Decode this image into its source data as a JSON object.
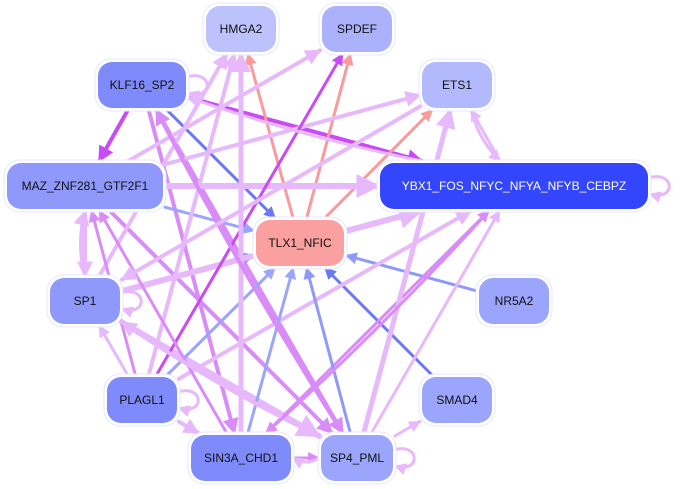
{
  "graph": {
    "type": "network",
    "nodes": [
      {
        "id": "HMGA2",
        "label": "HMGA2",
        "fill": "#bcc2fc",
        "text": "#111111"
      },
      {
        "id": "SPDEF",
        "label": "SPDEF",
        "fill": "#abb2fb",
        "text": "#111111"
      },
      {
        "id": "KLF16_SP2",
        "label": "KLF16_SP2",
        "fill": "#7f8bfa",
        "text": "#111111"
      },
      {
        "id": "ETS1",
        "label": "ETS1",
        "fill": "#b2b9fc",
        "text": "#111111"
      },
      {
        "id": "MAZ_ZNF281_GTF2F1",
        "label": "MAZ_ZNF281_GTF2F1",
        "fill": "#8e99fb",
        "text": "#111111"
      },
      {
        "id": "YBX1",
        "label": "YBX1_FOS_NFYC_NFYA_NFYB_CEBPZ",
        "fill": "#3446fb",
        "text": "#ffffff"
      },
      {
        "id": "TLX1_NFIC",
        "label": "TLX1_NFIC",
        "fill": "#fba0a0",
        "text": "#111111"
      },
      {
        "id": "SP1",
        "label": "SP1",
        "fill": "#8e99fb",
        "text": "#111111"
      },
      {
        "id": "NR5A2",
        "label": "NR5A2",
        "fill": "#9ba5fb",
        "text": "#111111"
      },
      {
        "id": "PLAGL1",
        "label": "PLAGL1",
        "fill": "#7f8bfa",
        "text": "#111111"
      },
      {
        "id": "SMAD4",
        "label": "SMAD4",
        "fill": "#9ba5fb",
        "text": "#111111"
      },
      {
        "id": "SIN3A_CHD1",
        "label": "SIN3A_CHD1",
        "fill": "#7f8bfa",
        "text": "#111111"
      },
      {
        "id": "SP4_PML",
        "label": "SP4_PML",
        "fill": "#9ba5fb",
        "text": "#111111"
      }
    ],
    "edges": [
      {
        "from": "KLF16_SP2",
        "to": "MAZ_ZNF281_GTF2F1",
        "color": "#c94af7",
        "weight": 4
      },
      {
        "from": "KLF16_SP2",
        "to": "YBX1",
        "color": "#c94af7",
        "weight": 4
      },
      {
        "from": "KLF16_SP2",
        "to": "TLX1_NFIC",
        "color": "#6b78f5",
        "weight": 3
      },
      {
        "from": "KLF16_SP2",
        "to": "KLF16_SP2",
        "color": "#e7b8fb",
        "weight": 3
      },
      {
        "from": "KLF16_SP2",
        "to": "SIN3A_CHD1",
        "color": "#d98cf8",
        "weight": 4
      },
      {
        "from": "KLF16_SP2",
        "to": "SP4_PML",
        "color": "#d98cf8",
        "weight": 4
      },
      {
        "from": "TLX1_NFIC",
        "to": "HMGA2",
        "color": "#fb9a9a",
        "weight": 3
      },
      {
        "from": "TLX1_NFIC",
        "to": "SPDEF",
        "color": "#fb9a9a",
        "weight": 3
      },
      {
        "from": "TLX1_NFIC",
        "to": "ETS1",
        "color": "#fb9a9a",
        "weight": 3
      },
      {
        "from": "TLX1_NFIC",
        "to": "YBX1",
        "color": "#fb9a9a",
        "weight": 3
      },
      {
        "from": "MAZ_ZNF281_GTF2F1",
        "to": "TLX1_NFIC",
        "color": "#9ba5fb",
        "weight": 3
      },
      {
        "from": "MAZ_ZNF281_GTF2F1",
        "to": "YBX1",
        "color": "#e7b8fb",
        "weight": 6
      },
      {
        "from": "MAZ_ZNF281_GTF2F1",
        "to": "SPDEF",
        "color": "#e7b8fb",
        "weight": 4
      },
      {
        "from": "MAZ_ZNF281_GTF2F1",
        "to": "ETS1",
        "color": "#e7b8fb",
        "weight": 4
      },
      {
        "from": "MAZ_ZNF281_GTF2F1",
        "to": "SP1",
        "color": "#e7b8fb",
        "weight": 4
      },
      {
        "from": "MAZ_ZNF281_GTF2F1",
        "to": "SP4_PML",
        "color": "#d98cf8",
        "weight": 4
      },
      {
        "from": "SP1",
        "to": "TLX1_NFIC",
        "color": "#8e99fb",
        "weight": 3
      },
      {
        "from": "SP1",
        "to": "YBX1",
        "color": "#e7b8fb",
        "weight": 6
      },
      {
        "from": "SP1",
        "to": "MAZ_ZNF281_GTF2F1",
        "color": "#e7b8fb",
        "weight": 4
      },
      {
        "from": "SP1",
        "to": "SP1",
        "color": "#e7b8fb",
        "weight": 3
      },
      {
        "from": "SP1",
        "to": "HMGA2",
        "color": "#e7b8fb",
        "weight": 4
      },
      {
        "from": "SP1",
        "to": "SP4_PML",
        "color": "#e7b8fb",
        "weight": 6
      },
      {
        "from": "NR5A2",
        "to": "TLX1_NFIC",
        "color": "#8e99fb",
        "weight": 3
      },
      {
        "from": "SMAD4",
        "to": "TLX1_NFIC",
        "color": "#6b78f5",
        "weight": 3
      },
      {
        "from": "PLAGL1",
        "to": "TLX1_NFIC",
        "color": "#9ba5fb",
        "weight": 3
      },
      {
        "from": "PLAGL1",
        "to": "SPDEF",
        "color": "#c94af7",
        "weight": 3
      },
      {
        "from": "PLAGL1",
        "to": "SP1",
        "color": "#e7b8fb",
        "weight": 3
      },
      {
        "from": "PLAGL1",
        "to": "PLAGL1",
        "color": "#e7b8fb",
        "weight": 3
      },
      {
        "from": "PLAGL1",
        "to": "YBX1",
        "color": "#e7b8fb",
        "weight": 4
      },
      {
        "from": "PLAGL1",
        "to": "HMGA2",
        "color": "#e7b8fb",
        "weight": 4
      },
      {
        "from": "PLAGL1",
        "to": "SIN3A_CHD1",
        "color": "#e7b8fb",
        "weight": 4
      },
      {
        "from": "PLAGL1",
        "to": "MAZ_ZNF281_GTF2F1",
        "color": "#d98cf8",
        "weight": 3
      },
      {
        "from": "SIN3A_CHD1",
        "to": "TLX1_NFIC",
        "color": "#9ba5fb",
        "weight": 3
      },
      {
        "from": "SIN3A_CHD1",
        "to": "YBX1",
        "color": "#d98cf8",
        "weight": 3
      },
      {
        "from": "SIN3A_CHD1",
        "to": "SP4_PML",
        "color": "#d98cf8",
        "weight": 3
      },
      {
        "from": "SIN3A_CHD1",
        "to": "HMGA2",
        "color": "#e7b8fb",
        "weight": 5
      },
      {
        "from": "SIN3A_CHD1",
        "to": "MAZ_ZNF281_GTF2F1",
        "color": "#d98cf8",
        "weight": 3
      },
      {
        "from": "SP4_PML",
        "to": "TLX1_NFIC",
        "color": "#8e99fb",
        "weight": 3
      },
      {
        "from": "SP4_PML",
        "to": "SMAD4",
        "color": "#e7b8fb",
        "weight": 3
      },
      {
        "from": "SP4_PML",
        "to": "SP4_PML",
        "color": "#e7b8fb",
        "weight": 3
      },
      {
        "from": "SP4_PML",
        "to": "YBX1",
        "color": "#e7b8fb",
        "weight": 3
      },
      {
        "from": "SP4_PML",
        "to": "ETS1",
        "color": "#e7b8fb",
        "weight": 5
      },
      {
        "from": "SP4_PML",
        "to": "SIN3A_CHD1",
        "color": "#e7b8fb",
        "weight": 3
      },
      {
        "from": "SP4_PML",
        "to": "SP1",
        "color": "#e7b8fb",
        "weight": 4
      },
      {
        "from": "SP4_PML",
        "to": "KLF16_SP2",
        "color": "#d98cf8",
        "weight": 4
      },
      {
        "from": "YBX1",
        "to": "ETS1",
        "color": "#e7b8fb",
        "weight": 3
      },
      {
        "from": "ETS1",
        "to": "YBX1",
        "color": "#e7b8fb",
        "weight": 3
      },
      {
        "from": "YBX1",
        "to": "YBX1",
        "color": "#e7b8fb",
        "weight": 3
      },
      {
        "from": "YBX1",
        "to": "KLF16_SP2",
        "color": "#e7b8fb",
        "weight": 3
      },
      {
        "from": "YBX1",
        "to": "SIN3A_CHD1",
        "color": "#d98cf8",
        "weight": 3
      },
      {
        "from": "ETS1",
        "to": "SP1",
        "color": "#e7b8fb",
        "weight": 4
      }
    ]
  }
}
